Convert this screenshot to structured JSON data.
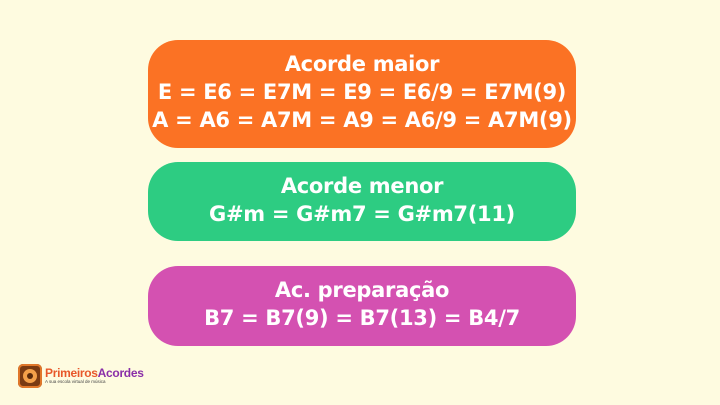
{
  "cards": [
    {
      "title": "Acorde maior",
      "lines": [
        "E = E6 = E7M = E9 = E6/9 = E7M(9)",
        "A = A6 = A7M = A9 = A6/9 = A7M(9)"
      ],
      "color": "#fb7224"
    },
    {
      "title": "Acorde menor",
      "lines": [
        "G#m = G#m7 = G#m7(11)"
      ],
      "color": "#2dcc82"
    },
    {
      "title": "Ac. preparação",
      "lines": [
        "B7 = B7(9) = B7(13) = B4/7"
      ],
      "color": "#d451b1"
    }
  ],
  "logo": {
    "name_part1": "Primeiros",
    "name_part2": "Acordes",
    "tagline": "A sua escola virtual de música",
    "icon": "guitar-logo-icon"
  },
  "background_color": "#fefbe0"
}
